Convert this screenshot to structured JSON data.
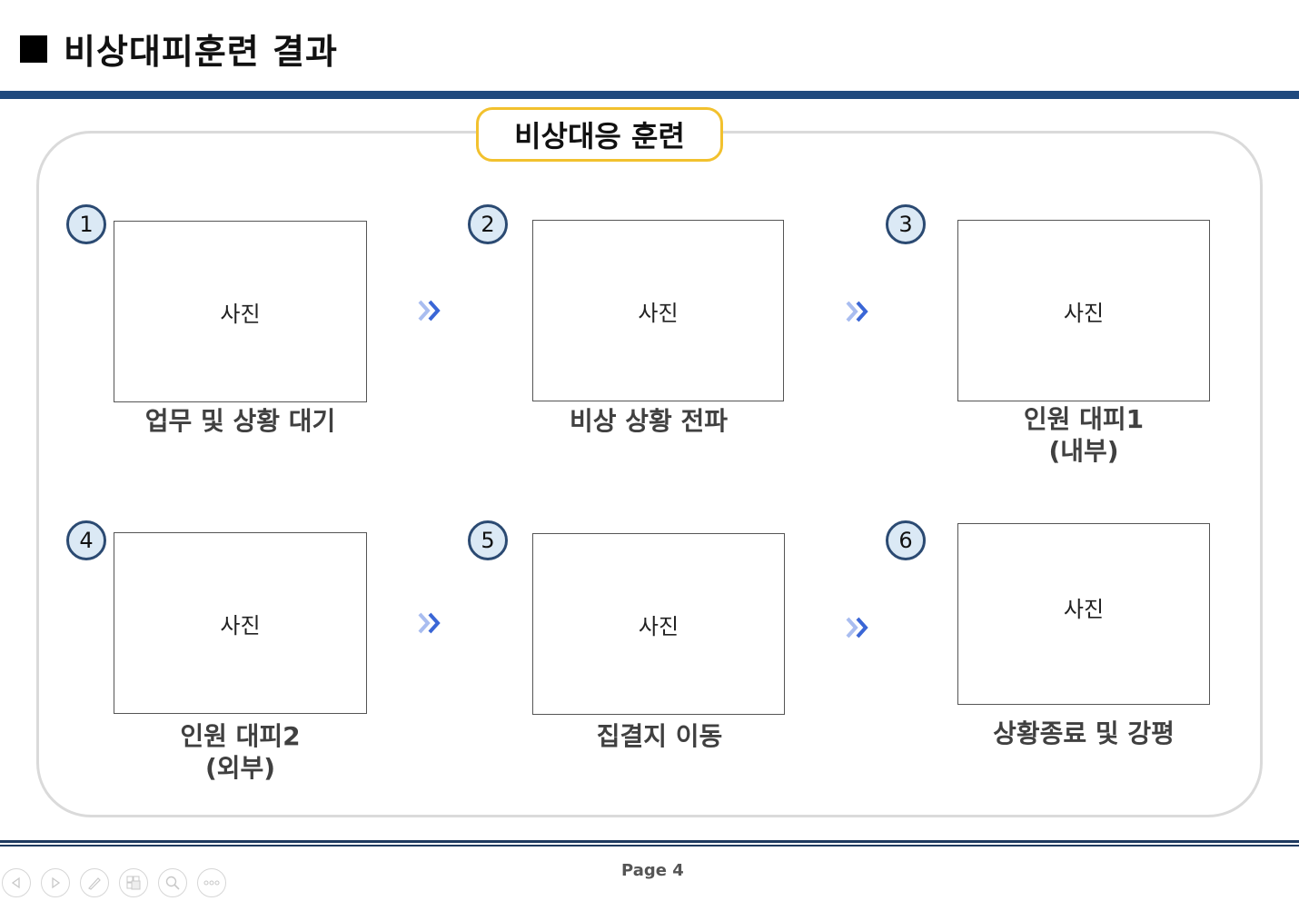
{
  "slide": {
    "title": "비상대피훈련 결과",
    "badge": "비상대응 훈련",
    "steps": [
      {
        "number": "1",
        "photo_label": "사진",
        "caption": "업무 및 상황 대기"
      },
      {
        "number": "2",
        "photo_label": "사진",
        "caption": "비상 상황 전파"
      },
      {
        "number": "3",
        "photo_label": "사진",
        "caption": "인원 대피1\n(내부)"
      },
      {
        "number": "4",
        "photo_label": "사진",
        "caption": "인원 대피2\n(외부)"
      },
      {
        "number": "5",
        "photo_label": "사진",
        "caption": "집결지 이동"
      },
      {
        "number": "6",
        "photo_label": "사진",
        "caption": "상황종료 및 강평"
      }
    ],
    "colors": {
      "header_bar": "#1f497d",
      "badge_border": "#f2c12e",
      "number_border": "#2b4a72",
      "number_fill": "#dbe9f5",
      "arrow": "#3a66d6"
    }
  },
  "footer": {
    "page_label": "Page 4",
    "controls": [
      "previous-icon",
      "next-icon",
      "pen-icon",
      "slides-icon",
      "zoom-icon",
      "more-icon"
    ]
  }
}
